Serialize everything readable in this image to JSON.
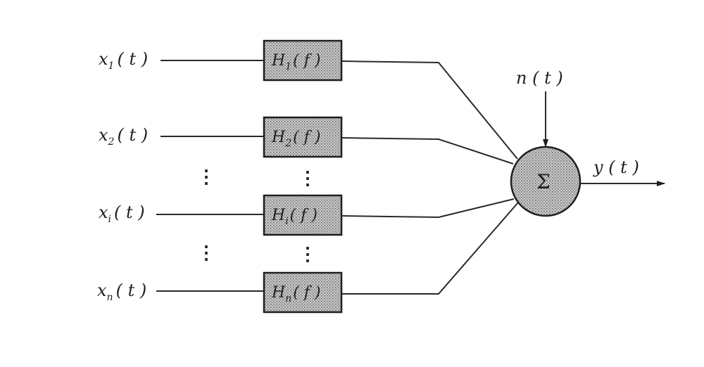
{
  "inputs": [
    {
      "sym": "x",
      "sub": "1",
      "arg": "( t )"
    },
    {
      "sym": "x",
      "sub": "2",
      "arg": "( t )"
    },
    {
      "sym": "x",
      "sub": "i",
      "arg": "( t )"
    },
    {
      "sym": "x",
      "sub": "n",
      "arg": "( t )"
    }
  ],
  "filters": [
    {
      "sym": "H",
      "sub": "1",
      "arg": "( f )"
    },
    {
      "sym": "H",
      "sub": "2",
      "arg": "( f )"
    },
    {
      "sym": "H",
      "sub": "i",
      "arg": "( f )"
    },
    {
      "sym": "H",
      "sub": "n",
      "arg": "( f )"
    }
  ],
  "noise": {
    "label": "n ( t )"
  },
  "sum": {
    "symbol": "Σ"
  },
  "output": {
    "label": "y ( t )"
  },
  "ellipsis": "⋮"
}
